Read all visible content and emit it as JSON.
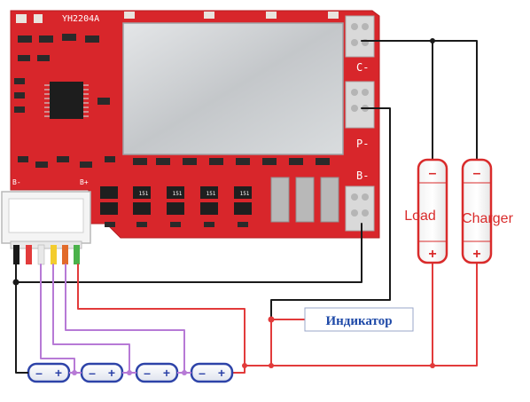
{
  "board": {
    "model": "YH2204A",
    "pins": {
      "c_minus": "C-",
      "p_minus": "P-",
      "b_minus": "B-",
      "b_plus_small": "B+",
      "b_minus_small": "B-"
    },
    "chip_label": "151"
  },
  "load": {
    "label": "Load",
    "minus": "–",
    "plus": "+"
  },
  "charger": {
    "label": "Charger",
    "minus": "–",
    "plus": "+"
  },
  "indicator": {
    "label": "Индикатор"
  },
  "cells": [
    {
      "minus": "–",
      "plus": "+"
    },
    {
      "minus": "–",
      "plus": "+"
    },
    {
      "minus": "–",
      "plus": "+"
    },
    {
      "minus": "–",
      "plus": "+"
    }
  ],
  "colors": {
    "board_red": "#d8262b",
    "shield_silver": "#c9ccce",
    "wire_black": "#1a1a1a",
    "wire_red": "#e23b3b",
    "wire_purple": "#b77ad6",
    "cell_blue": "#2d43a8",
    "indicator_blue": "#1f4aa8"
  }
}
